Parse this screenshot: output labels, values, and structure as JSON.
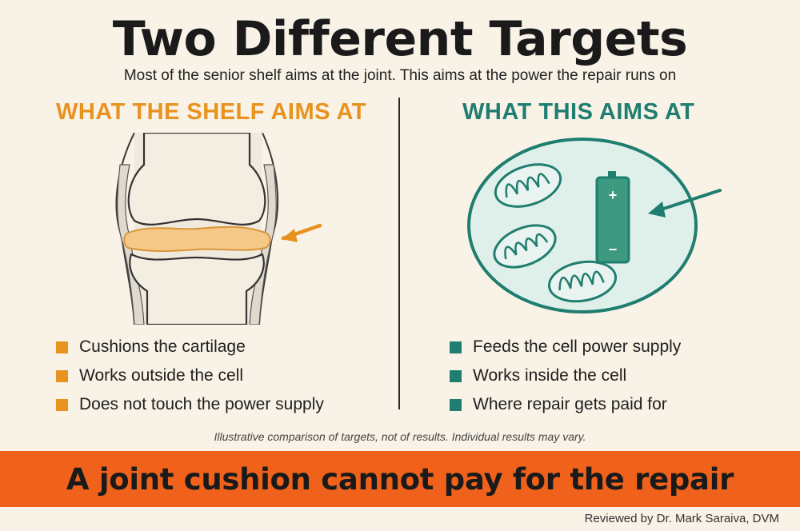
{
  "title": "Two Different Targets",
  "subtitle": "Most of the senior shelf aims at the joint. This aims at the power the repair runs on",
  "left": {
    "heading": "WHAT THE SHELF AIMS AT",
    "bullets": [
      "Cushions the cartilage",
      "Works outside the cell",
      "Does not touch the power supply"
    ]
  },
  "right": {
    "heading": "WHAT THIS AIMS AT",
    "bullets": [
      "Feeds the cell power supply",
      "Works inside the cell",
      "Where repair gets paid for"
    ],
    "battery": {
      "plus": "+",
      "minus": "−"
    }
  },
  "disclaimer": "Illustrative comparison of targets, not of results. Individual results may vary.",
  "banner": "A joint cushion cannot pay for the repair",
  "reviewed": "Reviewed by Dr. Mark Saraiva, DVM",
  "colors": {
    "orange": "#e8921f",
    "teal": "#1f7e6f",
    "banner": "#f0621b",
    "background": "#f9f2e6"
  },
  "icons": {
    "left_illustration": "knee-joint-icon",
    "right_illustration": "cell-mitochondria-icon",
    "battery": "battery-icon",
    "pointer": "arrow-icon"
  }
}
